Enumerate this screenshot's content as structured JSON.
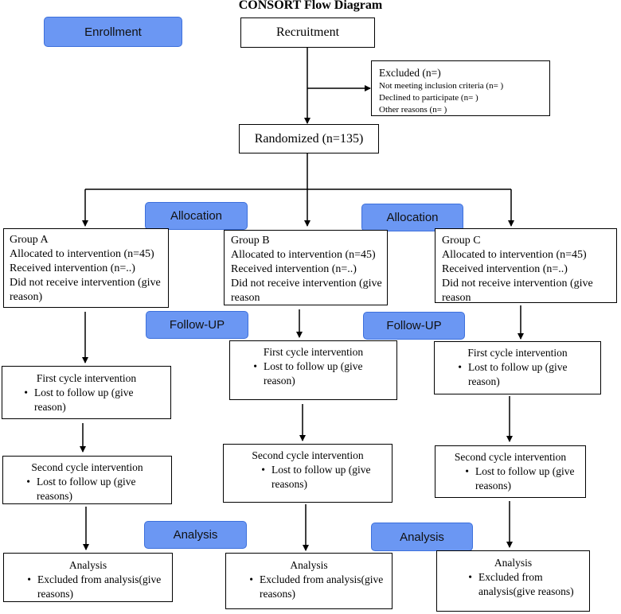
{
  "title": "CONSORT Flow Diagram",
  "phases": {
    "enrollment": "Enrollment",
    "allocation": "Allocation",
    "follow_up": "Follow-UP",
    "analysis": "Analysis"
  },
  "recruitment": "Recruitment",
  "excluded": {
    "heading": "Excluded (n=)",
    "items": [
      "Not meeting inclusion criteria (n=   )",
      "Declined to participate (n=   )",
      "Other reasons (n=   )"
    ]
  },
  "randomized": "Randomized (n=135)",
  "groups": [
    {
      "name": "Group A",
      "allocated": "Allocated to intervention (n=45)",
      "received": "Received intervention (n=..)",
      "not_received": "Did not receive intervention (give reason)",
      "first_cycle": {
        "heading": "First cycle intervention",
        "item": "Lost to follow up (give reason)"
      },
      "second_cycle": {
        "heading": "Second cycle intervention",
        "item": "Lost to follow up (give reasons)"
      },
      "analysis": {
        "heading": "Analysis",
        "item": "Excluded from analysis(give reasons)"
      }
    },
    {
      "name": "Group B",
      "allocated": "Allocated to intervention (n=45)",
      "received": "Received intervention (n=..)",
      "not_received": "Did not receive intervention (give reason",
      "first_cycle": {
        "heading": "First cycle intervention",
        "item": "Lost to follow up (give reason)"
      },
      "second_cycle": {
        "heading": "Second cycle intervention",
        "item": "Lost to follow up (give reasons)"
      },
      "analysis": {
        "heading": "Analysis",
        "item": "Excluded from analysis(give reasons)"
      }
    },
    {
      "name": "Group C",
      "allocated": "Allocated to intervention (n=45)",
      "received": "Received intervention (n=..)",
      "not_received": "Did not receive intervention (give reason",
      "first_cycle": {
        "heading": "First cycle intervention",
        "item": "Lost to follow up (give reason)"
      },
      "second_cycle": {
        "heading": "Second cycle intervention",
        "item": "Lost to follow up (give reasons)"
      },
      "analysis": {
        "heading": "Analysis",
        "item": "Excluded from analysis(give reasons)"
      }
    }
  ],
  "bullet": "•",
  "colors": {
    "phase_fill": "#6b97f3",
    "phase_border": "#3d70db",
    "line": "#000000"
  }
}
